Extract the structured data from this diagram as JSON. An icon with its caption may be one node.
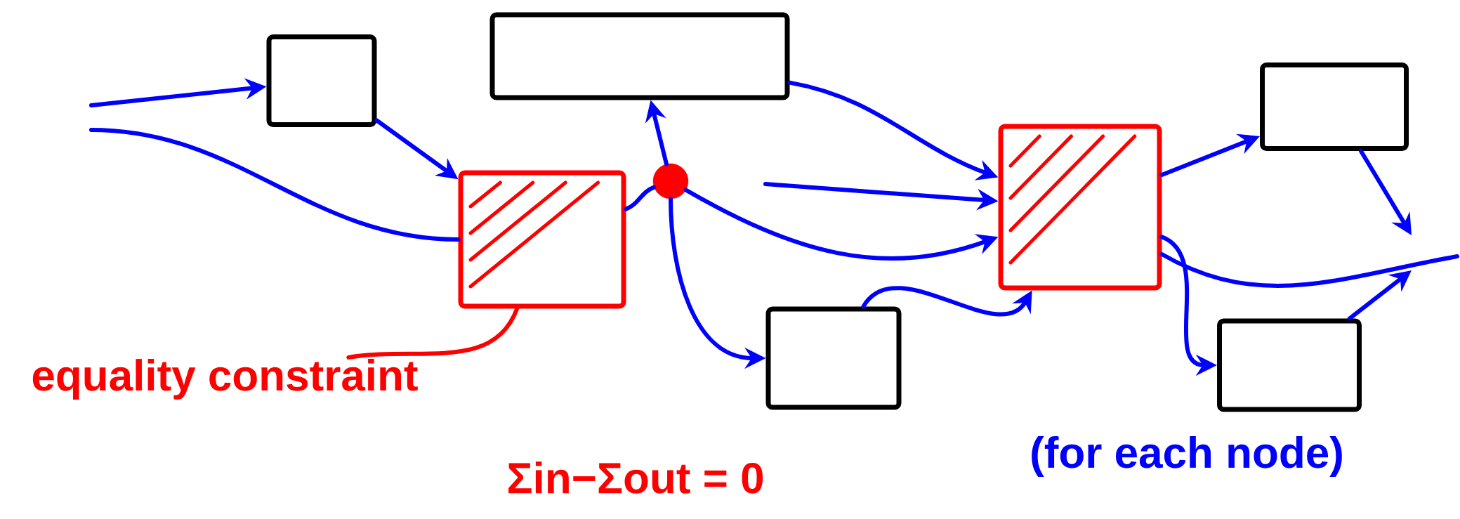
{
  "diagram": {
    "nodes": [
      {
        "text": [],
        "shape": "box"
      },
      {
        "text": [],
        "shape": "box"
      },
      {
        "text": [],
        "shape": "circle"
      },
      {
        "text": [],
        "shape": "box"
      },
      {
        "text": [],
        "shape": "box"
      },
      {
        "text": [],
        "shape": "box"
      },
      {
        "text": [],
        "shape": "box"
      },
      {
        "text": [],
        "shape": "box"
      },
      {
        "text": [
          "equality constraint"
        ]
      }
    ],
    "edges": [
      {
        "from": null,
        "to": 0,
        "arrow": "to"
      },
      {
        "from": null,
        "to": 1,
        "arrow": "none"
      },
      {
        "from": 0,
        "to": 1,
        "arrow": "to"
      },
      {
        "from": 1,
        "to": 2,
        "arrow": "none"
      },
      {
        "from": 2,
        "to": 3,
        "arrow": "to"
      },
      {
        "from": 2,
        "to": 4,
        "arrow": "to"
      },
      {
        "from": 2,
        "to": 5,
        "arrow": "to"
      },
      {
        "from": 3,
        "to": 5,
        "arrow": "to"
      },
      {
        "from": null,
        "to": 5,
        "arrow": "to"
      },
      {
        "from": 4,
        "to": 5,
        "arrow": "to"
      },
      {
        "from": 5,
        "to": 6,
        "arrow": "to"
      },
      {
        "from": 5,
        "to": 7,
        "arrow": "to"
      },
      {
        "from": 6,
        "to": null,
        "arrow": "to"
      },
      {
        "from": 7,
        "to": null,
        "arrow": "to"
      },
      {
        "from": 5,
        "to": null,
        "arrow": "none"
      },
      {
        "from": 8,
        "to": 1,
        "arrow": "none",
        "color": "#ff0000"
      }
    ],
    "labels": [
      "Σin−Σout = 0",
      "(for each node)"
    ]
  }
}
